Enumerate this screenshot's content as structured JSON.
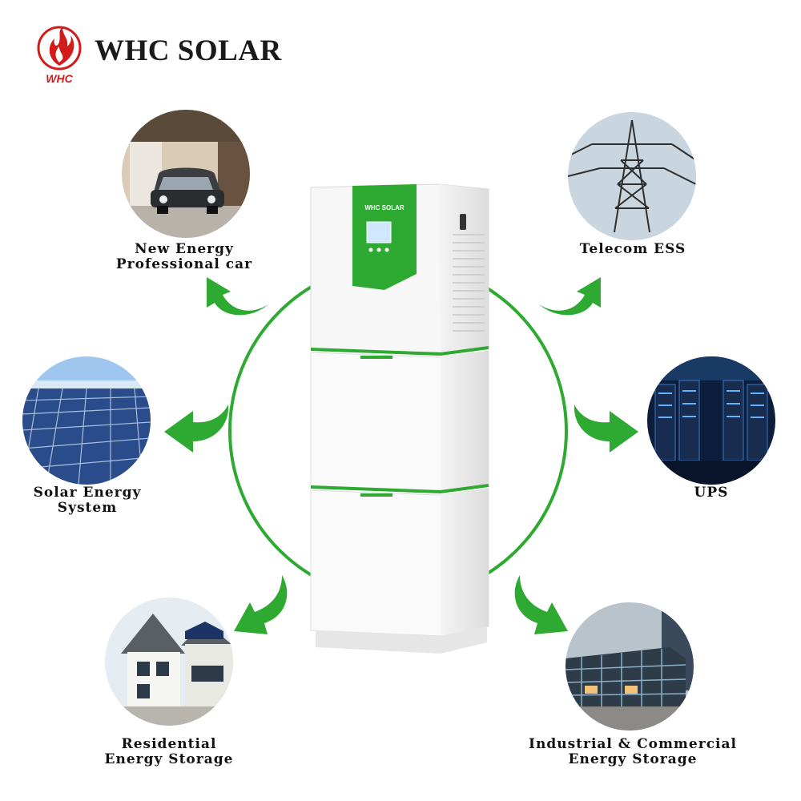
{
  "brand": {
    "name": "WHC SOLAR",
    "logo_text": "WHC",
    "product_logo_text": "WHC SOLAR",
    "accent_color": "#2eaa32",
    "logo_color": "#d21c1c"
  },
  "applications": [
    {
      "id": "new-energy-car",
      "line1": "New Energy",
      "line2": "Professional car",
      "icon": "car-icon"
    },
    {
      "id": "telecom-ess",
      "line1": "Telecom ESS",
      "line2": "",
      "icon": "power-tower-icon"
    },
    {
      "id": "solar-energy-system",
      "line1": "Solar Energy",
      "line2": "System",
      "icon": "solar-panel-icon"
    },
    {
      "id": "ups",
      "line1": "UPS",
      "line2": "",
      "icon": "server-rack-icon"
    },
    {
      "id": "residential-storage",
      "line1": "Residential",
      "line2": "Energy Storage",
      "icon": "house-icon"
    },
    {
      "id": "industrial-storage",
      "line1": "Industrial & Commercial",
      "line2": "Energy Storage",
      "icon": "commercial-building-icon"
    }
  ]
}
